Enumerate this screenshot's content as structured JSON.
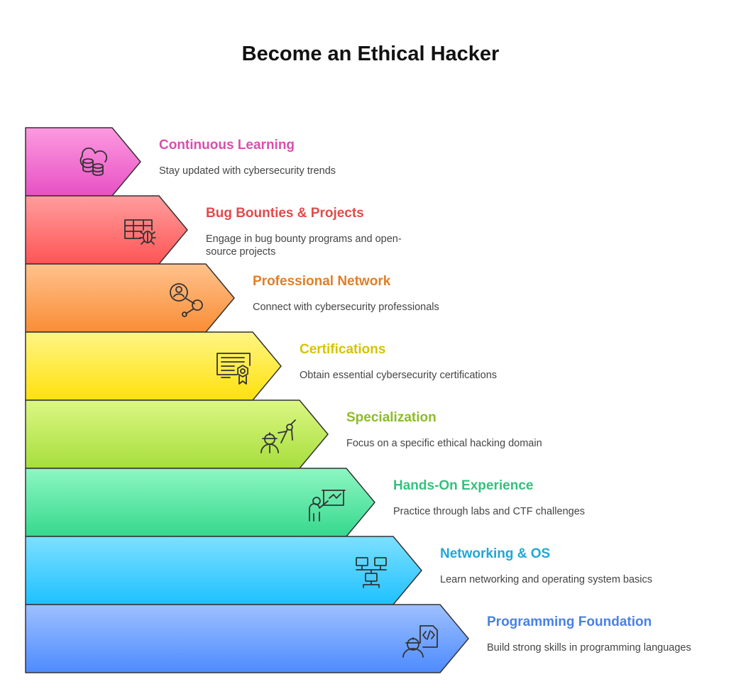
{
  "title": "Become an Ethical Hacker",
  "steps": [
    {
      "title": "Continuous Learning",
      "description": "Stay updated with cybersecurity trends",
      "icon": "cloud-database-icon",
      "color": "#d94fae",
      "fill_top": "#fd9ae0",
      "fill_bottom": "#e751c4"
    },
    {
      "title": "Bug Bounties & Projects",
      "description": "Engage in bug bounty programs and open-source projects",
      "icon": "table-bug-icon",
      "color": "#e04b4b",
      "fill_top": "#ff9d9d",
      "fill_bottom": "#ff5555"
    },
    {
      "title": "Professional Network",
      "description": "Connect with cybersecurity professionals",
      "icon": "person-network-icon",
      "color": "#e07f26",
      "fill_top": "#ffc28d",
      "fill_bottom": "#f98d35"
    },
    {
      "title": "Certifications",
      "description": "Obtain essential cybersecurity certifications",
      "icon": "certificate-icon",
      "color": "#d6c400",
      "fill_top": "#fff584",
      "fill_bottom": "#ffe10d"
    },
    {
      "title": "Specialization",
      "description": "Focus on a specific ethical hacking domain",
      "icon": "engineer-compass-icon",
      "color": "#8dbb2b",
      "fill_top": "#dcf784",
      "fill_bottom": "#a6de3c"
    },
    {
      "title": "Hands-On Experience",
      "description": "Practice through labs and CTF challenges",
      "icon": "presenter-icon",
      "color": "#35c07d",
      "fill_top": "#8ef7c3",
      "fill_bottom": "#35d88d"
    },
    {
      "title": "Networking & OS",
      "description": "Learn networking and operating system basics",
      "icon": "computer-network-icon",
      "color": "#1fa8d6",
      "fill_top": "#7de0ff",
      "fill_bottom": "#1ec1ff"
    },
    {
      "title": "Programming Foundation",
      "description": "Build strong skills in programming languages",
      "icon": "developer-code-icon",
      "color": "#4a80e6",
      "fill_top": "#9ec0ff",
      "fill_bottom": "#4d8bff"
    }
  ]
}
